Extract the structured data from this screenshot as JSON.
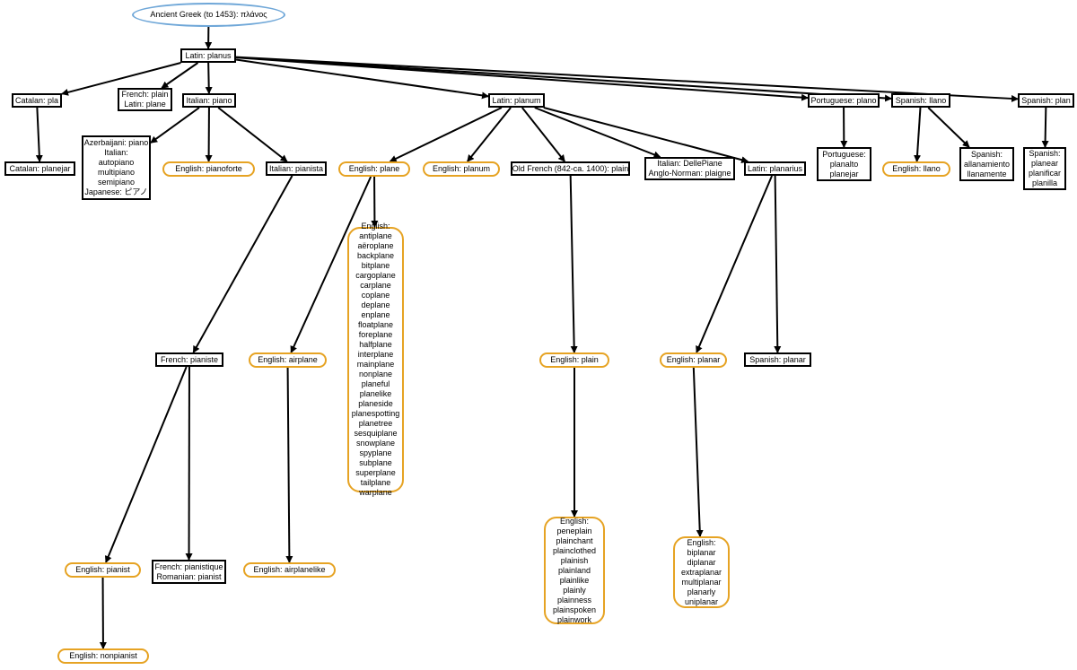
{
  "diagram": {
    "nodes": [
      {
        "id": "ancient_greek",
        "lines": [
          "Ancient Greek (to 1453): πλάνος"
        ]
      },
      {
        "id": "latin_planus",
        "lines": [
          "Latin: planus"
        ]
      },
      {
        "id": "catalan_pla",
        "lines": [
          "Catalan: pla"
        ]
      },
      {
        "id": "french_plain",
        "lines": [
          "French: plain",
          "Latin: plane"
        ]
      },
      {
        "id": "italian_piano",
        "lines": [
          "Italian: piano"
        ]
      },
      {
        "id": "latin_planum",
        "lines": [
          "Latin: planum"
        ]
      },
      {
        "id": "portuguese_plano",
        "lines": [
          "Portuguese: plano"
        ]
      },
      {
        "id": "spanish_llano",
        "lines": [
          "Spanish: llano"
        ]
      },
      {
        "id": "spanish_plan",
        "lines": [
          "Spanish: plan"
        ]
      },
      {
        "id": "catalan_planejar",
        "lines": [
          "Catalan: planejar"
        ]
      },
      {
        "id": "azerbaijani_group",
        "lines": [
          "Azerbaijani: piano",
          "Italian:",
          "autopiano",
          "multipiano",
          "semipiano",
          "Japanese: ピアノ"
        ]
      },
      {
        "id": "english_pianoforte",
        "lines": [
          "English: pianoforte"
        ]
      },
      {
        "id": "italian_pianista",
        "lines": [
          "Italian: pianista"
        ]
      },
      {
        "id": "english_plane",
        "lines": [
          "English: plane"
        ]
      },
      {
        "id": "english_planum",
        "lines": [
          "English: planum"
        ]
      },
      {
        "id": "old_french_plain",
        "lines": [
          "Old French (842-ca. 1400): plain"
        ]
      },
      {
        "id": "italian_dellepiane",
        "lines": [
          "Italian: DellePiane",
          "Anglo-Norman: plaigne"
        ]
      },
      {
        "id": "latin_planarius",
        "lines": [
          "Latin: planarius"
        ]
      },
      {
        "id": "portuguese_planalto",
        "lines": [
          "Portuguese:",
          "planalto",
          "planejar"
        ]
      },
      {
        "id": "english_llano",
        "lines": [
          "English: llano"
        ]
      },
      {
        "id": "spanish_allanamiento",
        "lines": [
          "Spanish:",
          "allanamiento",
          "llanamente"
        ]
      },
      {
        "id": "spanish_planear",
        "lines": [
          "Spanish:",
          "planear",
          "planificar",
          "planilla"
        ]
      },
      {
        "id": "english_plane_list",
        "lines": [
          "English:",
          "antiplane",
          "aëroplane",
          "backplane",
          "bitplane",
          "cargoplane",
          "carplane",
          "coplane",
          "deplane",
          "enplane",
          "floatplane",
          "foreplane",
          "halfplane",
          "interplane",
          "mainplane",
          "nonplane",
          "planeful",
          "planelike",
          "planeside",
          "planespotting",
          "planetree",
          "sesquiplane",
          "snowplane",
          "spyplane",
          "subplane",
          "superplane",
          "tailplane",
          "warplane"
        ]
      },
      {
        "id": "french_pianiste",
        "lines": [
          "French: pianiste"
        ]
      },
      {
        "id": "english_airplane",
        "lines": [
          "English: airplane"
        ]
      },
      {
        "id": "english_plain",
        "lines": [
          "English: plain"
        ]
      },
      {
        "id": "english_planar",
        "lines": [
          "English: planar"
        ]
      },
      {
        "id": "spanish_planar",
        "lines": [
          "Spanish: planar"
        ]
      },
      {
        "id": "english_pianist",
        "lines": [
          "English: pianist"
        ]
      },
      {
        "id": "french_pianistique",
        "lines": [
          "French: pianistique",
          "Romanian: pianist"
        ]
      },
      {
        "id": "english_airplanelike",
        "lines": [
          "English: airplanelike"
        ]
      },
      {
        "id": "english_plain_list",
        "lines": [
          "English:",
          "peneplain",
          "plainchant",
          "plainclothed",
          "plainish",
          "plainland",
          "plainlike",
          "plainly",
          "plainness",
          "plainspoken",
          "plainwork"
        ]
      },
      {
        "id": "english_planar_list",
        "lines": [
          "English:",
          "biplanar",
          "diplanar",
          "extraplanar",
          "multiplanar",
          "planarly",
          "uniplanar"
        ]
      },
      {
        "id": "english_nonpianist",
        "lines": [
          "English: nonpianist"
        ]
      }
    ],
    "edges": [
      [
        "ancient_greek",
        "latin_planus"
      ],
      [
        "latin_planus",
        "catalan_pla"
      ],
      [
        "latin_planus",
        "french_plain"
      ],
      [
        "latin_planus",
        "italian_piano"
      ],
      [
        "latin_planus",
        "latin_planum"
      ],
      [
        "latin_planus",
        "portuguese_plano"
      ],
      [
        "latin_planus",
        "spanish_llano"
      ],
      [
        "latin_planus",
        "spanish_plan"
      ],
      [
        "catalan_pla",
        "catalan_planejar"
      ],
      [
        "italian_piano",
        "azerbaijani_group"
      ],
      [
        "italian_piano",
        "english_pianoforte"
      ],
      [
        "italian_piano",
        "italian_pianista"
      ],
      [
        "latin_planum",
        "english_plane"
      ],
      [
        "latin_planum",
        "english_planum"
      ],
      [
        "latin_planum",
        "old_french_plain"
      ],
      [
        "latin_planum",
        "italian_dellepiane"
      ],
      [
        "latin_planum",
        "latin_planarius"
      ],
      [
        "portuguese_plano",
        "portuguese_planalto"
      ],
      [
        "spanish_llano",
        "english_llano"
      ],
      [
        "spanish_llano",
        "spanish_allanamiento"
      ],
      [
        "spanish_plan",
        "spanish_planear"
      ],
      [
        "english_plane",
        "english_plane_list"
      ],
      [
        "english_plane",
        "english_airplane"
      ],
      [
        "italian_pianista",
        "french_pianiste"
      ],
      [
        "old_french_plain",
        "english_plain"
      ],
      [
        "latin_planarius",
        "english_planar"
      ],
      [
        "latin_planarius",
        "spanish_planar"
      ],
      [
        "french_pianiste",
        "english_pianist"
      ],
      [
        "french_pianiste",
        "french_pianistique"
      ],
      [
        "english_airplane",
        "english_airplanelike"
      ],
      [
        "english_plain",
        "english_plain_list"
      ],
      [
        "english_planar",
        "english_planar_list"
      ],
      [
        "english_pianist",
        "english_nonpianist"
      ]
    ],
    "colors": {
      "edge": "#000000",
      "rect_border": "#000000",
      "english_border": "#e6a323",
      "root_border": "#6fa7d8"
    }
  }
}
